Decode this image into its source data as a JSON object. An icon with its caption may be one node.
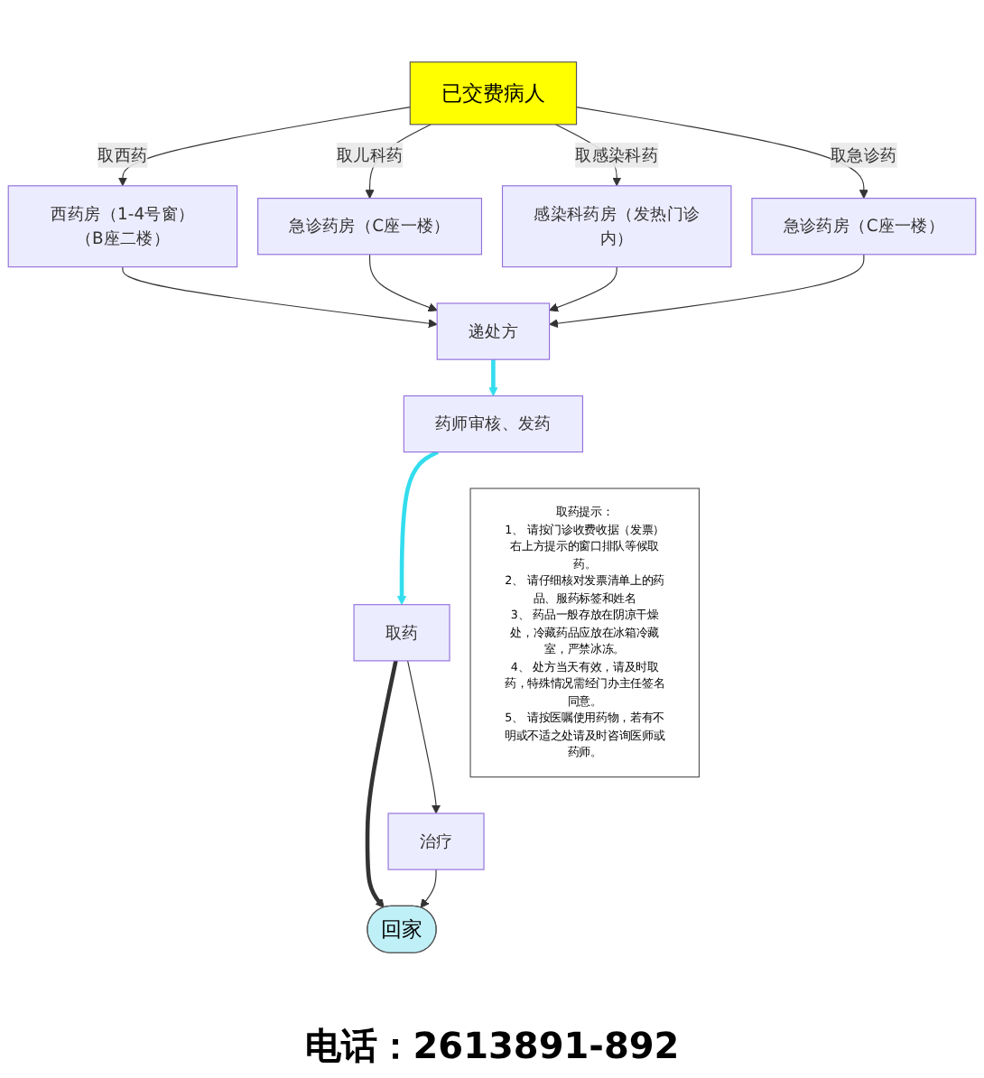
{
  "diagram": {
    "nodes": [
      {
        "text": [
          "已交费病人"
        ]
      },
      {
        "text": [
          "西药房（1-4号窗）（B座二楼）"
        ]
      },
      {
        "text": [
          "急诊药房（C座一楼）"
        ]
      },
      {
        "text": [
          "感染科药房（发热门诊内）"
        ]
      },
      {
        "text": [
          "急诊药房（C座一楼）"
        ]
      },
      {
        "text": [
          "递处方"
        ]
      },
      {
        "text": [
          "药师审核、发药"
        ]
      },
      {
        "text": [
          "取药"
        ]
      },
      {
        "text": [
          "治疗"
        ]
      },
      {
        "text": [
          "回家"
        ]
      },
      {
        "text": [
          "取药提示：",
          "1、 请按门诊收费收据（发票）右上方提示的窗口排队等候取药。",
          "2、 请仔细核对发票清单上的药品、服药标签和姓名",
          "3、 药品一般存放在阴凉干燥处，冷藏药品应放在冰箱冷藏室，严禁冰冻。",
          "4、 处方当天有效，请及时取药，特殊情况需经门办主任签名同意。",
          "5、 请按医嘱使用药物，若有不明或不适之处请及时咨询医师或药师。"
        ]
      }
    ],
    "edges": [
      {
        "from": 0,
        "to": 1,
        "arrow": "to",
        "label": "取西药"
      },
      {
        "from": 0,
        "to": 2,
        "arrow": "to",
        "label": "取儿科药"
      },
      {
        "from": 0,
        "to": 3,
        "arrow": "to",
        "label": "取感染科药"
      },
      {
        "from": 0,
        "to": 4,
        "arrow": "to",
        "label": "取急诊药"
      },
      {
        "from": 1,
        "to": 5,
        "arrow": "to"
      },
      {
        "from": 2,
        "to": 5,
        "arrow": "to"
      },
      {
        "from": 3,
        "to": 5,
        "arrow": "to"
      },
      {
        "from": 4,
        "to": 5,
        "arrow": "to"
      },
      {
        "from": 5,
        "to": 6,
        "arrow": "to",
        "style": "thick",
        "color": "#33ddee"
      },
      {
        "from": 6,
        "to": 7,
        "arrow": "to",
        "style": "thick",
        "color": "#33ddee"
      },
      {
        "from": 7,
        "to": 9,
        "arrow": "to",
        "style": "thick"
      },
      {
        "from": 7,
        "to": 8,
        "arrow": "to"
      },
      {
        "from": 8,
        "to": 9,
        "arrow": "to"
      }
    ],
    "labels": [
      "电话：2613891-892"
    ]
  }
}
